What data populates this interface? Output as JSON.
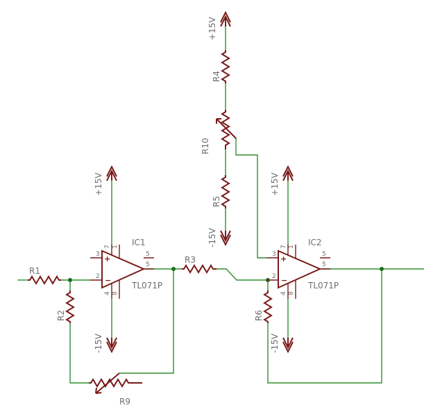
{
  "components": {
    "r1": "R1",
    "r2": "R2",
    "r3": "R3",
    "r4": "R4",
    "r5": "R5",
    "r6": "R6",
    "r9": "R9",
    "r10": "R10",
    "ic1": {
      "name": "IC1",
      "part": "TL071P",
      "pins": {
        "p3": "3",
        "p2": "2",
        "p7": "7",
        "p4": "4",
        "p1": "1",
        "p8": "8",
        "p5a": "5",
        "p5b": "5"
      }
    },
    "ic2": {
      "name": "IC2",
      "part": "TL071P",
      "pins": {
        "p3": "3",
        "p2": "2",
        "p7": "7",
        "p4": "4",
        "p1": "1",
        "p8": "8",
        "p5a": "5",
        "p5b": "5"
      }
    }
  },
  "supplies": {
    "top_pos": "+15V",
    "ic1_pos": "+15V",
    "ic1_neg": "-15V",
    "divider_neg": "-15V",
    "ic2_pos": "+15V",
    "ic2_neg": "-15V"
  },
  "colors": {
    "wire": "#2f8f2f",
    "component": "#7a1a1a",
    "label": "#6e6e6e",
    "junction": "#1a6e1a"
  }
}
